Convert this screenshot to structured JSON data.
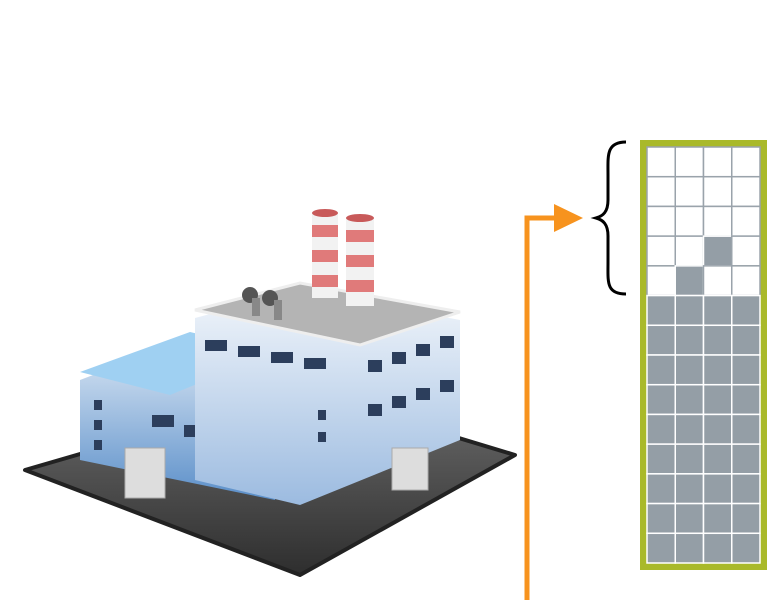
{
  "factory": {
    "icon": "factory-building-icon"
  },
  "arrow": {
    "color": "#f7931e",
    "icon": "arrow-right-icon"
  },
  "brace": {
    "icon": "curly-brace-icon"
  },
  "grid": {
    "border_color": "#a9b92a",
    "filled_color": "#949ea6",
    "empty_color": "#ffffff",
    "columns": 4,
    "rows": [
      [
        0,
        0,
        0,
        0
      ],
      [
        0,
        0,
        0,
        0
      ],
      [
        0,
        0,
        0,
        0
      ],
      [
        0,
        0,
        1,
        0
      ],
      [
        0,
        1,
        0,
        0
      ],
      [
        1,
        1,
        1,
        1
      ],
      [
        1,
        1,
        1,
        1
      ],
      [
        1,
        1,
        1,
        1
      ],
      [
        1,
        1,
        1,
        1
      ],
      [
        1,
        1,
        1,
        1
      ],
      [
        1,
        1,
        1,
        1
      ],
      [
        1,
        1,
        1,
        1
      ],
      [
        1,
        1,
        1,
        1
      ],
      [
        1,
        1,
        1,
        1
      ]
    ]
  }
}
